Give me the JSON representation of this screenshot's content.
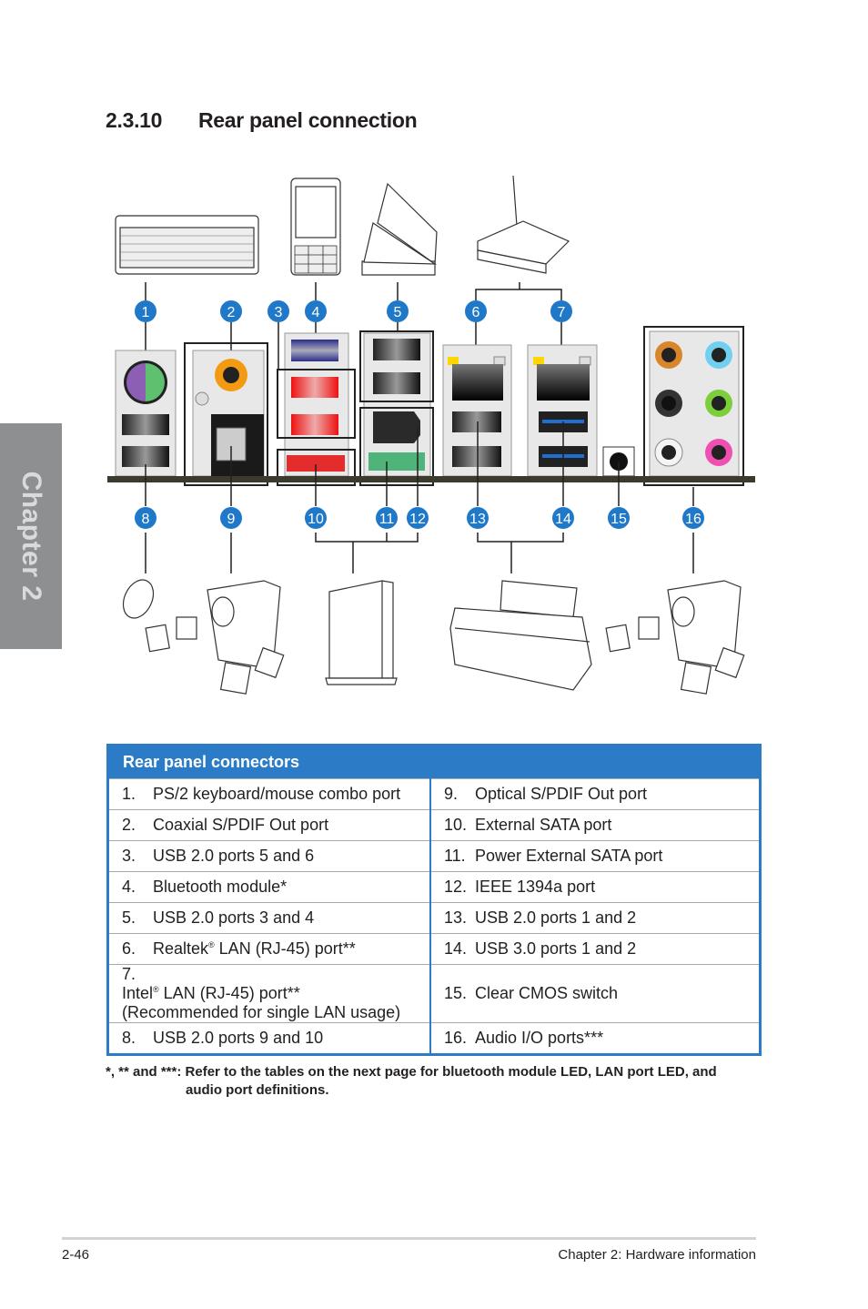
{
  "section": {
    "number": "2.3.10",
    "title": "Rear panel connection"
  },
  "chapter_tab": "Chapter 2",
  "diagram": {
    "top_callouts": [
      "1",
      "2",
      "3",
      "4",
      "5",
      "6",
      "7"
    ],
    "bottom_callouts": [
      "8",
      "9",
      "10",
      "11",
      "12",
      "13",
      "14",
      "15",
      "16"
    ],
    "callout_color": "#1f78c8"
  },
  "table": {
    "header": "Rear panel connectors",
    "rows": [
      {
        "left_num": "1.",
        "left": "PS/2 keyboard/mouse combo port",
        "right_num": "9.",
        "right": "Optical S/PDIF Out port"
      },
      {
        "left_num": "2.",
        "left": "Coaxial S/PDIF Out port",
        "right_num": "10.",
        "right": "External SATA port"
      },
      {
        "left_num": "3.",
        "left": "USB 2.0 ports 5 and 6",
        "right_num": "11.",
        "right": "Power External SATA port"
      },
      {
        "left_num": "4.",
        "left": "Bluetooth module*",
        "right_num": "12.",
        "right": "IEEE 1394a port"
      },
      {
        "left_num": "5.",
        "left": "USB 2.0 ports 3 and 4",
        "right_num": "13.",
        "right": "USB 2.0 ports 1 and 2"
      },
      {
        "left_num": "6.",
        "left": "Realtek",
        "left_sup": "®",
        "left_rest": " LAN (RJ-45) port**",
        "right_num": "14.",
        "right": "USB 3.0 ports 1 and 2"
      },
      {
        "left_num": "7.",
        "left": "Intel",
        "left_sup": "®",
        "left_rest": " LAN (RJ-45) port**",
        "left_line2": "(Recommended for single LAN usage)",
        "right_num": "15.",
        "right": "Clear CMOS switch"
      },
      {
        "left_num": "8.",
        "left": "USB 2.0 ports 9 and 10",
        "right_num": "16.",
        "right": "Audio I/O ports***"
      }
    ]
  },
  "note": {
    "line1": "*, ** and ***: Refer to the tables on the next page for bluetooth module LED, LAN port LED, and",
    "line2": "audio port definitions."
  },
  "footer": {
    "page": "2-46",
    "title": "Chapter 2: Hardware information"
  }
}
